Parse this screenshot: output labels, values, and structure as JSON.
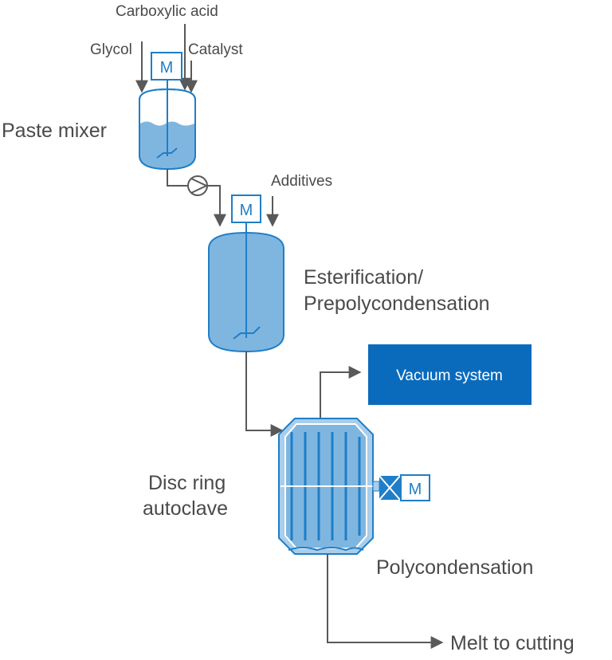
{
  "labels": {
    "carboxylic_acid": "Carboxylic acid",
    "glycol": "Glycol",
    "catalyst": "Catalyst",
    "paste_mixer": "Paste mixer",
    "additives": "Additives",
    "esterification_1": "Esterification/",
    "esterification_2": "Prepolycondensation",
    "vacuum_system": "Vacuum system",
    "disc_ring_1": "Disc ring",
    "disc_ring_2": "autoclave",
    "polycondensation": "Polycondensation",
    "melt_to_cutting": "Melt to cutting"
  },
  "motor_label": "M",
  "colors": {
    "accent_blue": "#1f7ec7",
    "vessel_fill": "#7fb6e0",
    "vessel_light": "#a9cdea",
    "vacuum_box": "#0a6bbd",
    "line": "#595959",
    "text": "#4a4a4a"
  }
}
